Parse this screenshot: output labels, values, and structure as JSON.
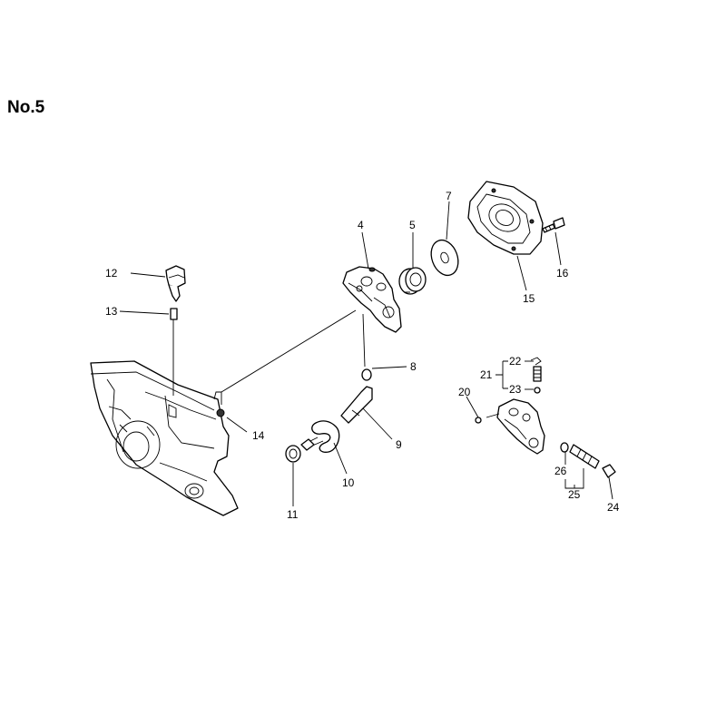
{
  "title": "No.5",
  "callouts": {
    "c4": "4",
    "c5": "5",
    "c7": "7",
    "c8": "8",
    "c9": "9",
    "c10": "10",
    "c11": "11",
    "c12": "12",
    "c13": "13",
    "c14": "14",
    "c15": "15",
    "c16": "16",
    "c20": "20",
    "c21": "21",
    "c22": "22",
    "c23": "23",
    "c24": "24",
    "c25": "25",
    "c26": "26"
  }
}
